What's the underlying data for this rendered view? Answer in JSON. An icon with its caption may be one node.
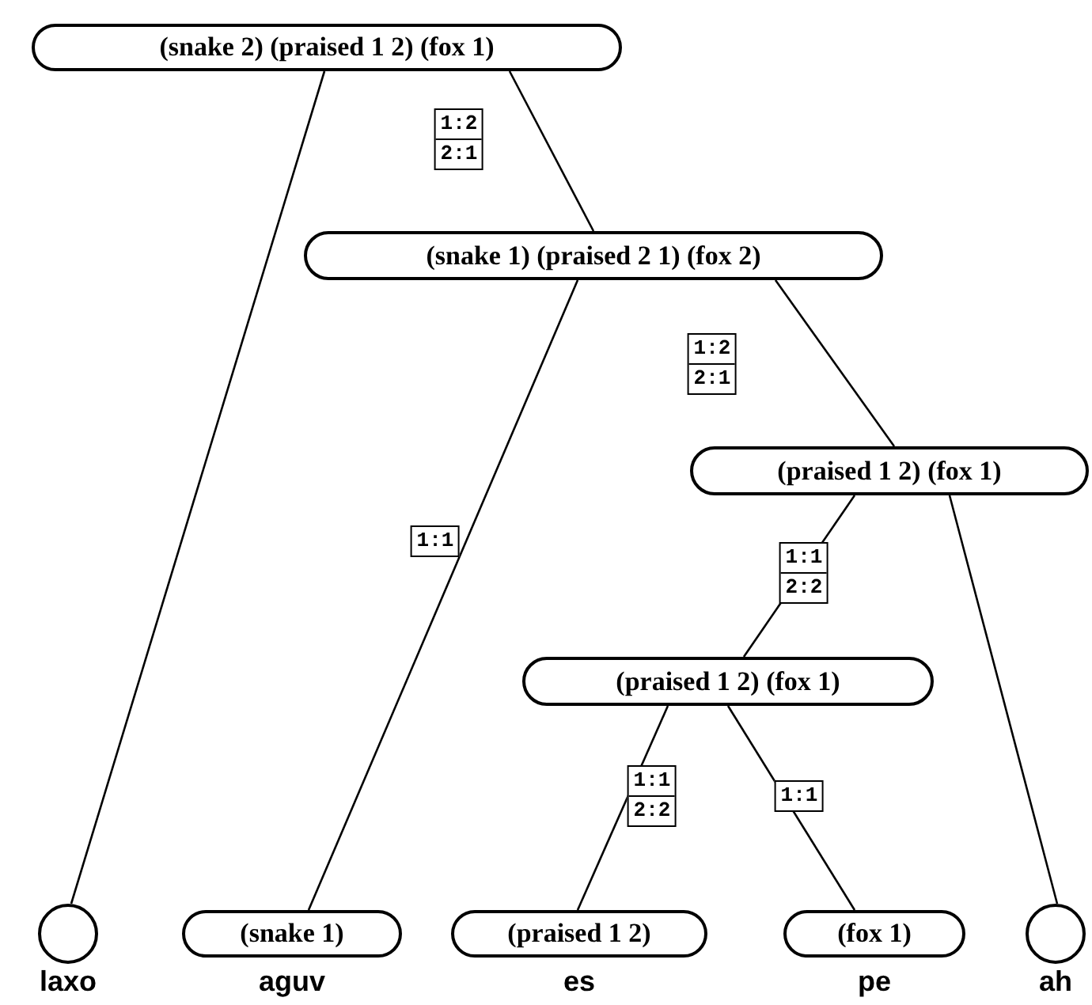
{
  "diagram": {
    "nodes": [
      {
        "text": [
          "(snake 2) (praised 1 2) (fox 1)"
        ]
      },
      {
        "text": [
          "(snake 1) (praised 2 1) (fox 2)"
        ]
      },
      {
        "text": [
          "(praised 1 2) (fox 1)"
        ]
      },
      {
        "text": [
          "(praised 1 2) (fox 1)"
        ]
      },
      {
        "text": [],
        "shape": "circle",
        "beside": [
          "laxo"
        ]
      },
      {
        "text": [
          "(snake 1)"
        ],
        "beside": [
          "aguv"
        ]
      },
      {
        "text": [
          "(praised 1 2)"
        ],
        "beside": [
          "es"
        ]
      },
      {
        "text": [
          "(fox 1)"
        ],
        "beside": [
          "pe"
        ]
      },
      {
        "text": [],
        "shape": "circle",
        "beside": [
          "ah"
        ]
      }
    ],
    "edges": [
      {
        "from": 0,
        "to": 4,
        "arrow": "none"
      },
      {
        "from": 0,
        "to": 1,
        "arrow": "none",
        "label": "1:2 2:1"
      },
      {
        "from": 1,
        "to": 5,
        "arrow": "none",
        "label": "1:1"
      },
      {
        "from": 1,
        "to": 2,
        "arrow": "none",
        "label": "1:2 2:1"
      },
      {
        "from": 2,
        "to": 3,
        "arrow": "none",
        "label": "1:1 2:2"
      },
      {
        "from": 2,
        "to": 8,
        "arrow": "none"
      },
      {
        "from": 3,
        "to": 6,
        "arrow": "none",
        "label": "1:1 2:2"
      },
      {
        "from": 3,
        "to": 7,
        "arrow": "none",
        "label": "1:1"
      }
    ]
  }
}
